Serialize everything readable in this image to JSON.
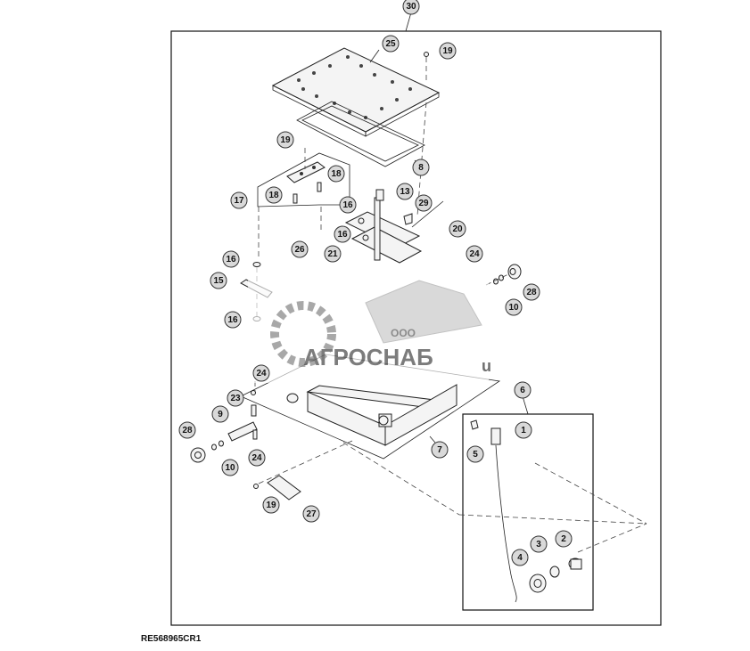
{
  "figure_code": "RE568965CR1",
  "callouts": [
    {
      "id": "c30",
      "label": "30"
    },
    {
      "id": "c25",
      "label": "25"
    },
    {
      "id": "c19a",
      "label": "19"
    },
    {
      "id": "c19b",
      "label": "19"
    },
    {
      "id": "c8",
      "label": "8"
    },
    {
      "id": "c18a",
      "label": "18"
    },
    {
      "id": "c18b",
      "label": "18"
    },
    {
      "id": "c17",
      "label": "17"
    },
    {
      "id": "c13",
      "label": "13"
    },
    {
      "id": "c16a",
      "label": "16"
    },
    {
      "id": "c29",
      "label": "29"
    },
    {
      "id": "c16b",
      "label": "16"
    },
    {
      "id": "c20",
      "label": "20"
    },
    {
      "id": "c26",
      "label": "26"
    },
    {
      "id": "c21",
      "label": "21"
    },
    {
      "id": "c24a",
      "label": "24"
    },
    {
      "id": "c16c",
      "label": "16"
    },
    {
      "id": "c15",
      "label": "15"
    },
    {
      "id": "c28a",
      "label": "28"
    },
    {
      "id": "c10a",
      "label": "10"
    },
    {
      "id": "c16d",
      "label": "16"
    },
    {
      "id": "c24b",
      "label": "24"
    },
    {
      "id": "c23",
      "label": "23"
    },
    {
      "id": "c9",
      "label": "9"
    },
    {
      "id": "c6",
      "label": "6"
    },
    {
      "id": "c1",
      "label": "1"
    },
    {
      "id": "c5",
      "label": "5"
    },
    {
      "id": "c28b",
      "label": "28"
    },
    {
      "id": "c10b",
      "label": "10"
    },
    {
      "id": "c24c",
      "label": "24"
    },
    {
      "id": "c7",
      "label": "7"
    },
    {
      "id": "c19c",
      "label": "19"
    },
    {
      "id": "c27",
      "label": "27"
    },
    {
      "id": "c2",
      "label": "2"
    },
    {
      "id": "c3",
      "label": "3"
    },
    {
      "id": "c4",
      "label": "4"
    }
  ],
  "watermark": {
    "company_prefix": "ООО",
    "company_name": "АГРОСНАБ",
    "suffix": "u"
  }
}
